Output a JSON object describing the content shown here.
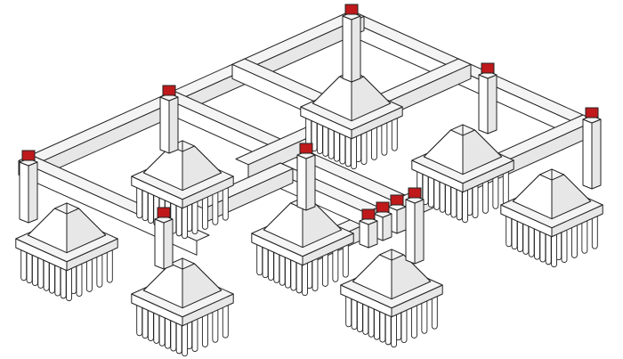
{
  "colors": {
    "background": "#ffffff",
    "line": "#222222",
    "concrete_top": "#f4f4f4",
    "concrete_side": "#ffffff",
    "concrete_shade": "#e7e7e7",
    "column_cap": "#c0191b"
  },
  "components": {
    "pile_caps": 8,
    "column_stubs": 11,
    "tie_beam_frame": 1
  }
}
